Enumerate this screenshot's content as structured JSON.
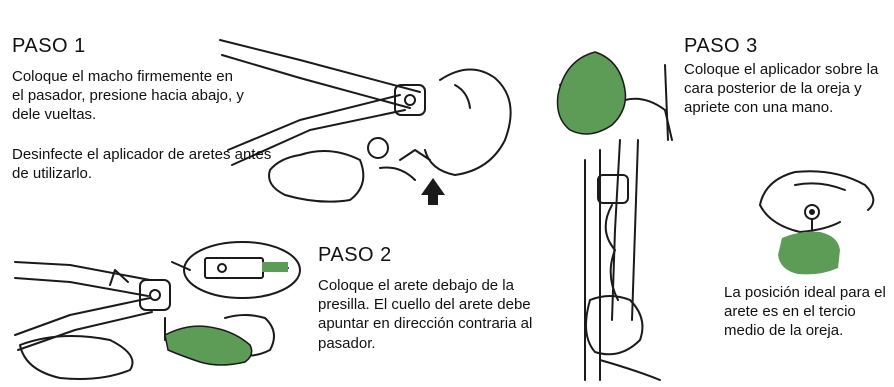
{
  "steps": [
    {
      "heading": "PASO 1",
      "text": "Coloque el macho firmemente en el pasador, presione hacia abajo, y dele vueltas.",
      "note": "Desinfecte el aplicador de aretes antes de utilizarlo."
    },
    {
      "heading": "PASO 2",
      "text": "Coloque el arete debajo de la presilla. El cuello del arete debe apuntar en dirección contraria al pasador."
    },
    {
      "heading": "PASO 3",
      "text": "Coloque el aplicador sobre la cara posterior de la oreja y apriete con una mano."
    }
  ],
  "ideal_position_text": "La posición ideal para el arete es en el tercio medio de la oreja.",
  "colors": {
    "tag_green": "#5d9c57",
    "line": "#1a1a1a",
    "background": "#ffffff"
  }
}
